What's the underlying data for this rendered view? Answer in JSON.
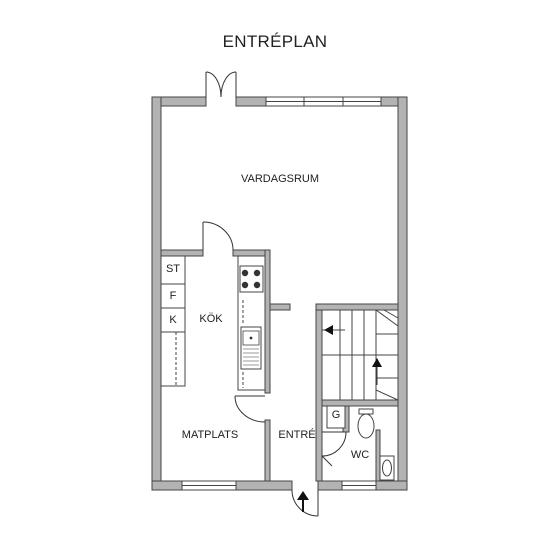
{
  "title": "ENTRÉPLAN",
  "rooms": {
    "living": "VARDAGSRUM",
    "kitchen": "KÖK",
    "dining": "MATPLATS",
    "entrance": "ENTRÉ",
    "wc": "WC"
  },
  "units": {
    "st": "ST",
    "f": "F",
    "k": "K",
    "g": "G"
  }
}
